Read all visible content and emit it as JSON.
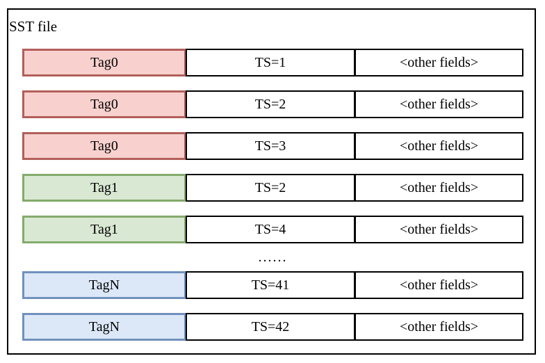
{
  "title": "SST file",
  "ellipsis": "......",
  "colors": {
    "tag0_fill": "#f8d1ce",
    "tag0_border": "#b25f5a",
    "tag1_fill": "#d9e8d3",
    "tag1_border": "#84ab6b",
    "tagn_fill": "#dce8f8",
    "tagn_border": "#7191bd",
    "cell_border": "#000000",
    "cell_fill": "#ffffff"
  },
  "rows": [
    {
      "tag": "Tag0",
      "ts": "TS=1",
      "other": "<other fields>"
    },
    {
      "tag": "Tag0",
      "ts": "TS=2",
      "other": "<other fields>"
    },
    {
      "tag": "Tag0",
      "ts": "TS=3",
      "other": "<other fields>"
    },
    {
      "tag": "Tag1",
      "ts": "TS=2",
      "other": "<other fields>"
    },
    {
      "tag": "Tag1",
      "ts": "TS=4",
      "other": "<other fields>"
    },
    {
      "tag": "TagN",
      "ts": "TS=41",
      "other": "<other fields>"
    },
    {
      "tag": "TagN",
      "ts": "TS=42",
      "other": "<other fields>"
    }
  ]
}
